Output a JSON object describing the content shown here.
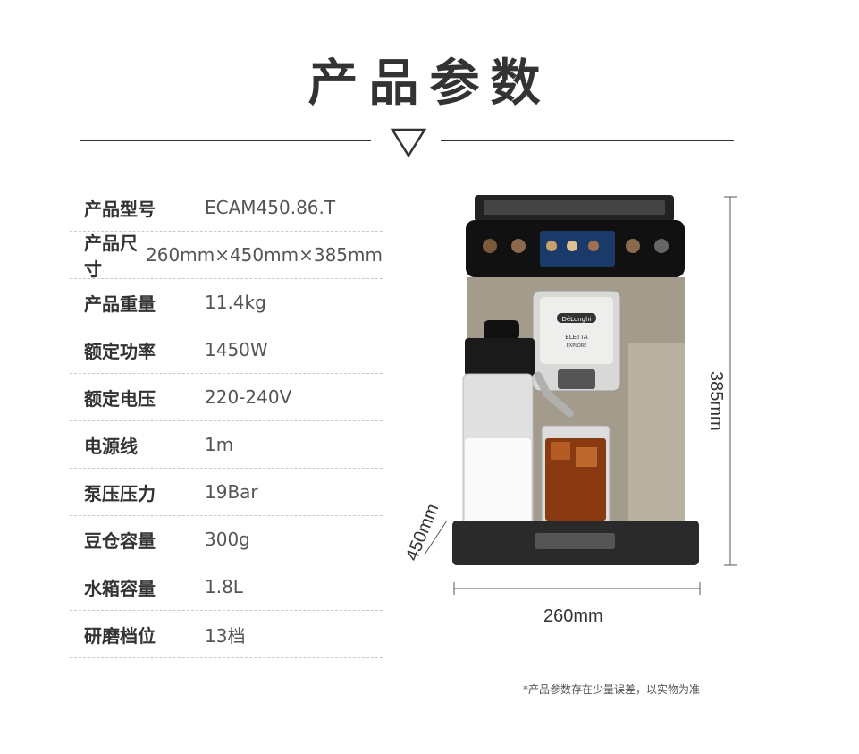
{
  "page": {
    "title": "产品参数",
    "footnote": "*产品参数存在少量误差，以实物为准"
  },
  "specs": [
    {
      "label": "产品型号",
      "value": "ECAM450.86.T"
    },
    {
      "label": "产品尺寸",
      "value": "260mm×450mm×385mm"
    },
    {
      "label": "产品重量",
      "value": "11.4kg"
    },
    {
      "label": "额定功率",
      "value": "1450W"
    },
    {
      "label": "额定电压",
      "value": "220-240V"
    },
    {
      "label": "电源线",
      "value": "1m"
    },
    {
      "label": "泵压压力",
      "value": "19Bar"
    },
    {
      "label": "豆仓容量",
      "value": "300g"
    },
    {
      "label": "水箱容量",
      "value": "1.8L"
    },
    {
      "label": "研磨档位",
      "value": "13档"
    }
  ],
  "product_image": {
    "brand": "DēLonghi",
    "model_line1": "ELETTA",
    "model_line2": "EXPLORE",
    "dimensions": {
      "height": "385mm",
      "width": "260mm",
      "depth": "450mm"
    }
  }
}
